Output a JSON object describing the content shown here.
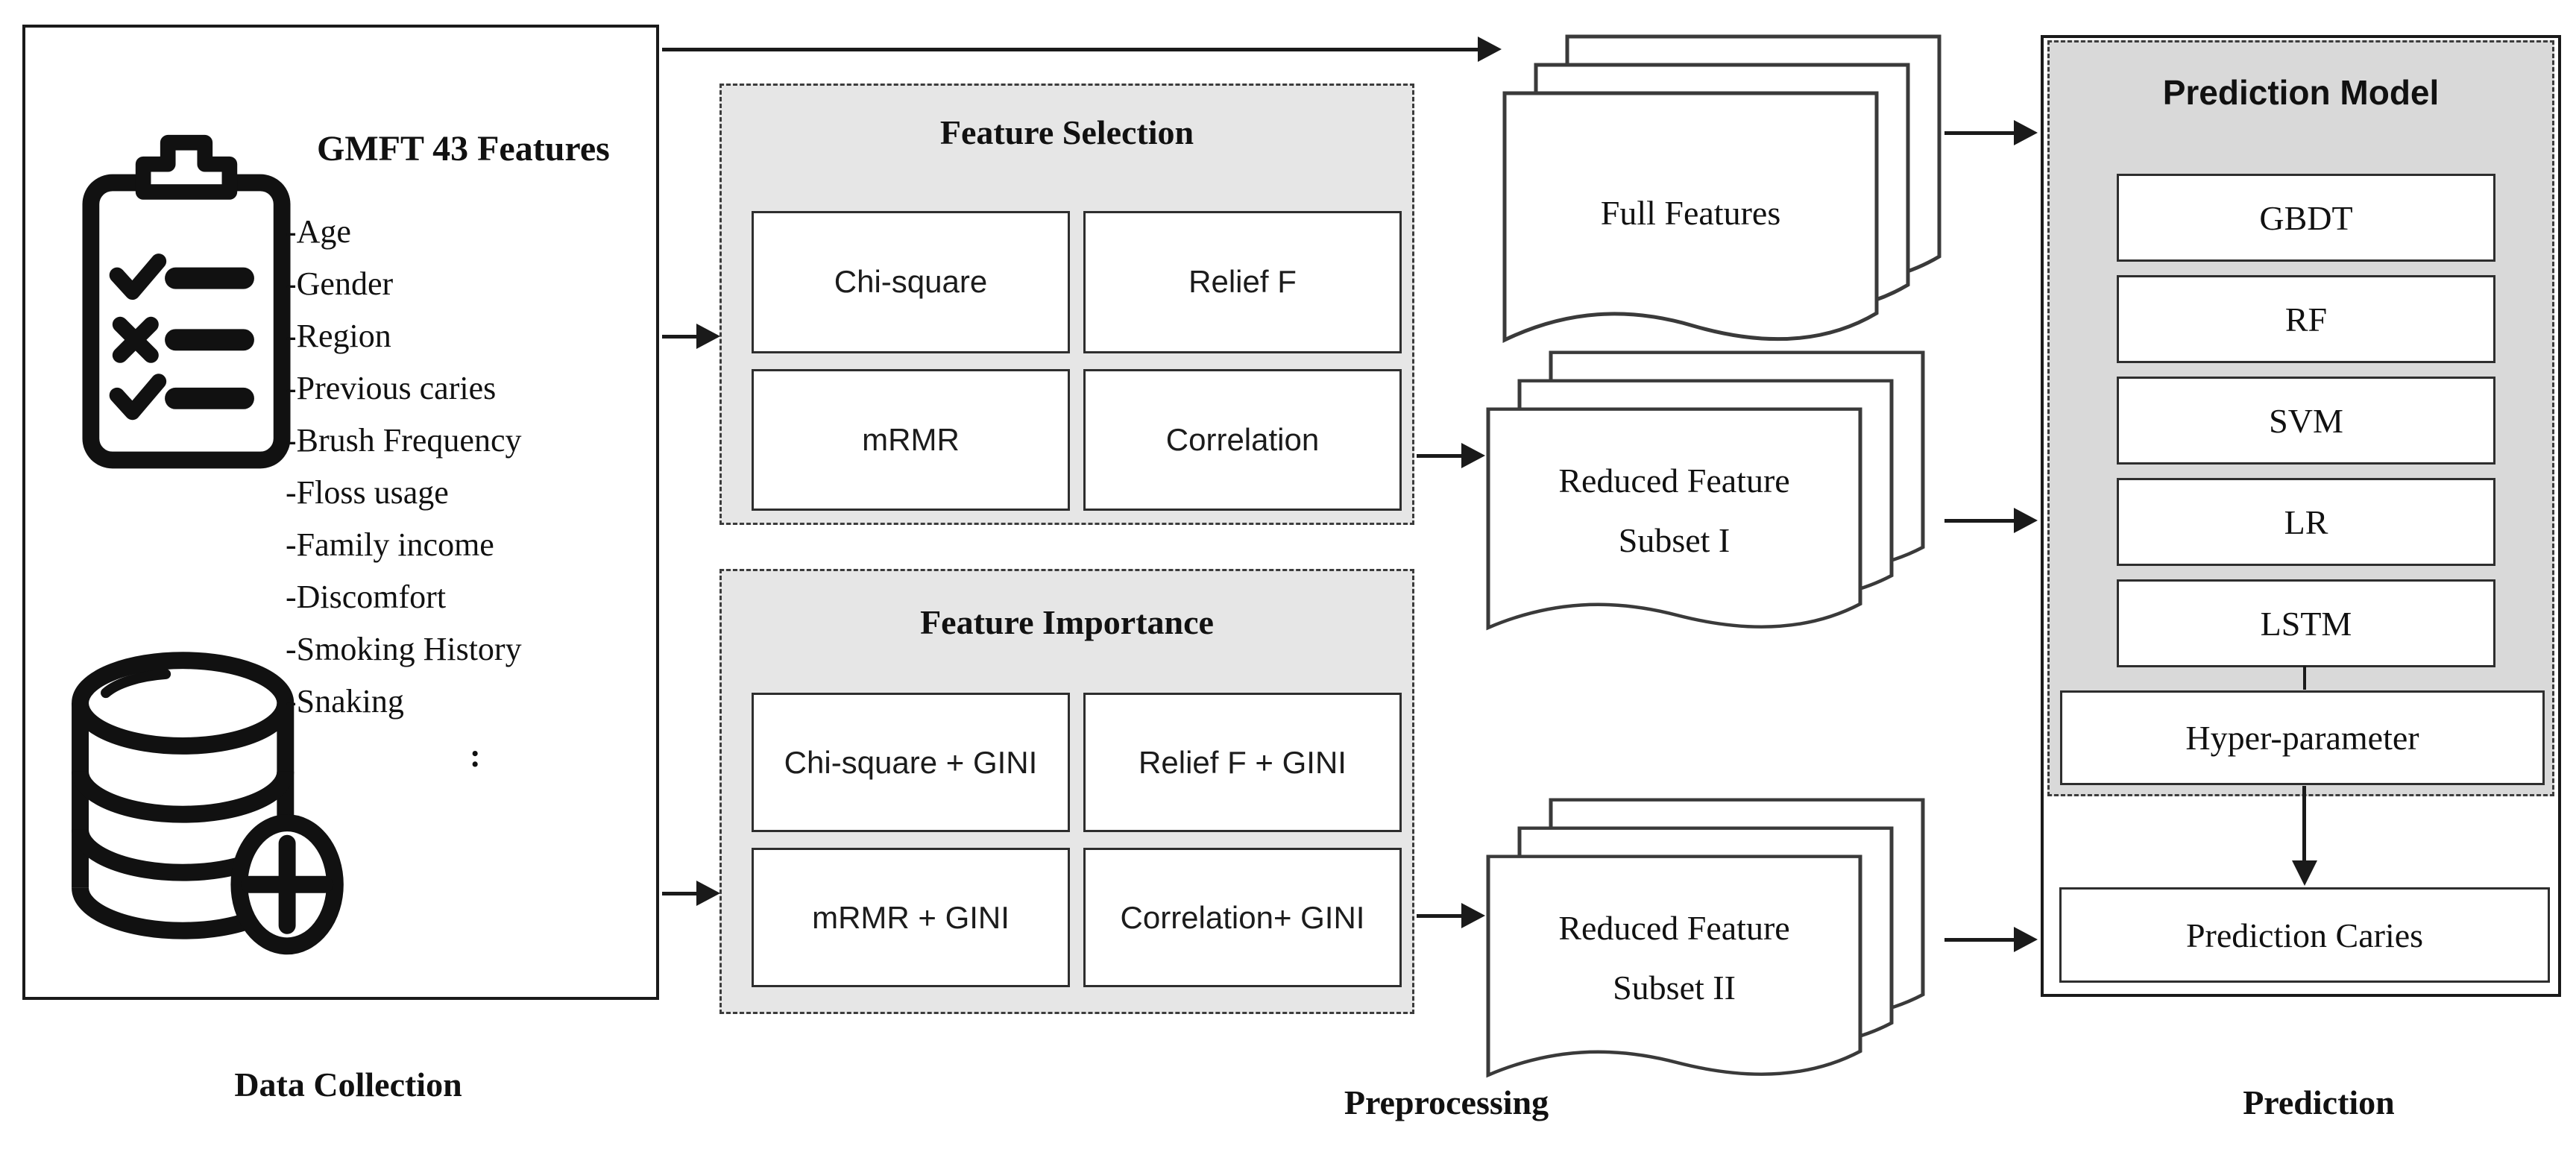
{
  "data_collection": {
    "title": "GMFT 43 Features",
    "features": [
      "-Age",
      "-Gender",
      "-Region",
      "-Previous caries",
      "-Brush Frequency",
      "-Floss usage",
      "-Family income",
      "-Discomfort",
      "-Smoking History",
      "-Snaking"
    ],
    "ellipsis": ":",
    "label": "Data Collection",
    "icons": [
      "clipboard-checklist-icon",
      "database-add-icon"
    ]
  },
  "preprocessing": {
    "label": "Preprocessing",
    "feature_selection": {
      "title": "Feature Selection",
      "methods": [
        "Chi-square",
        "Relief F",
        "mRMR",
        "Correlation"
      ]
    },
    "feature_importance": {
      "title": "Feature Importance",
      "methods": [
        "Chi-square + GINI",
        "Relief F + GINI",
        "mRMR + GINI",
        "Correlation+ GINI"
      ]
    }
  },
  "datasets": {
    "full_features": "Full Features",
    "subset1": {
      "line1": "Reduced Feature",
      "line2": "Subset I"
    },
    "subset2": {
      "line1": "Reduced Feature",
      "line2": "Subset II"
    }
  },
  "prediction": {
    "label": "Prediction",
    "model_title": "Prediction Model",
    "models": [
      "GBDT",
      "RF",
      "SVM",
      "LR",
      "LSTM"
    ],
    "hyper": "Hyper-parameter",
    "output": "Prediction Caries"
  },
  "colors": {
    "panel_grey": "#e6e6e6",
    "prediction_grey": "#d9d9d9",
    "line": "#1a1a1a"
  }
}
